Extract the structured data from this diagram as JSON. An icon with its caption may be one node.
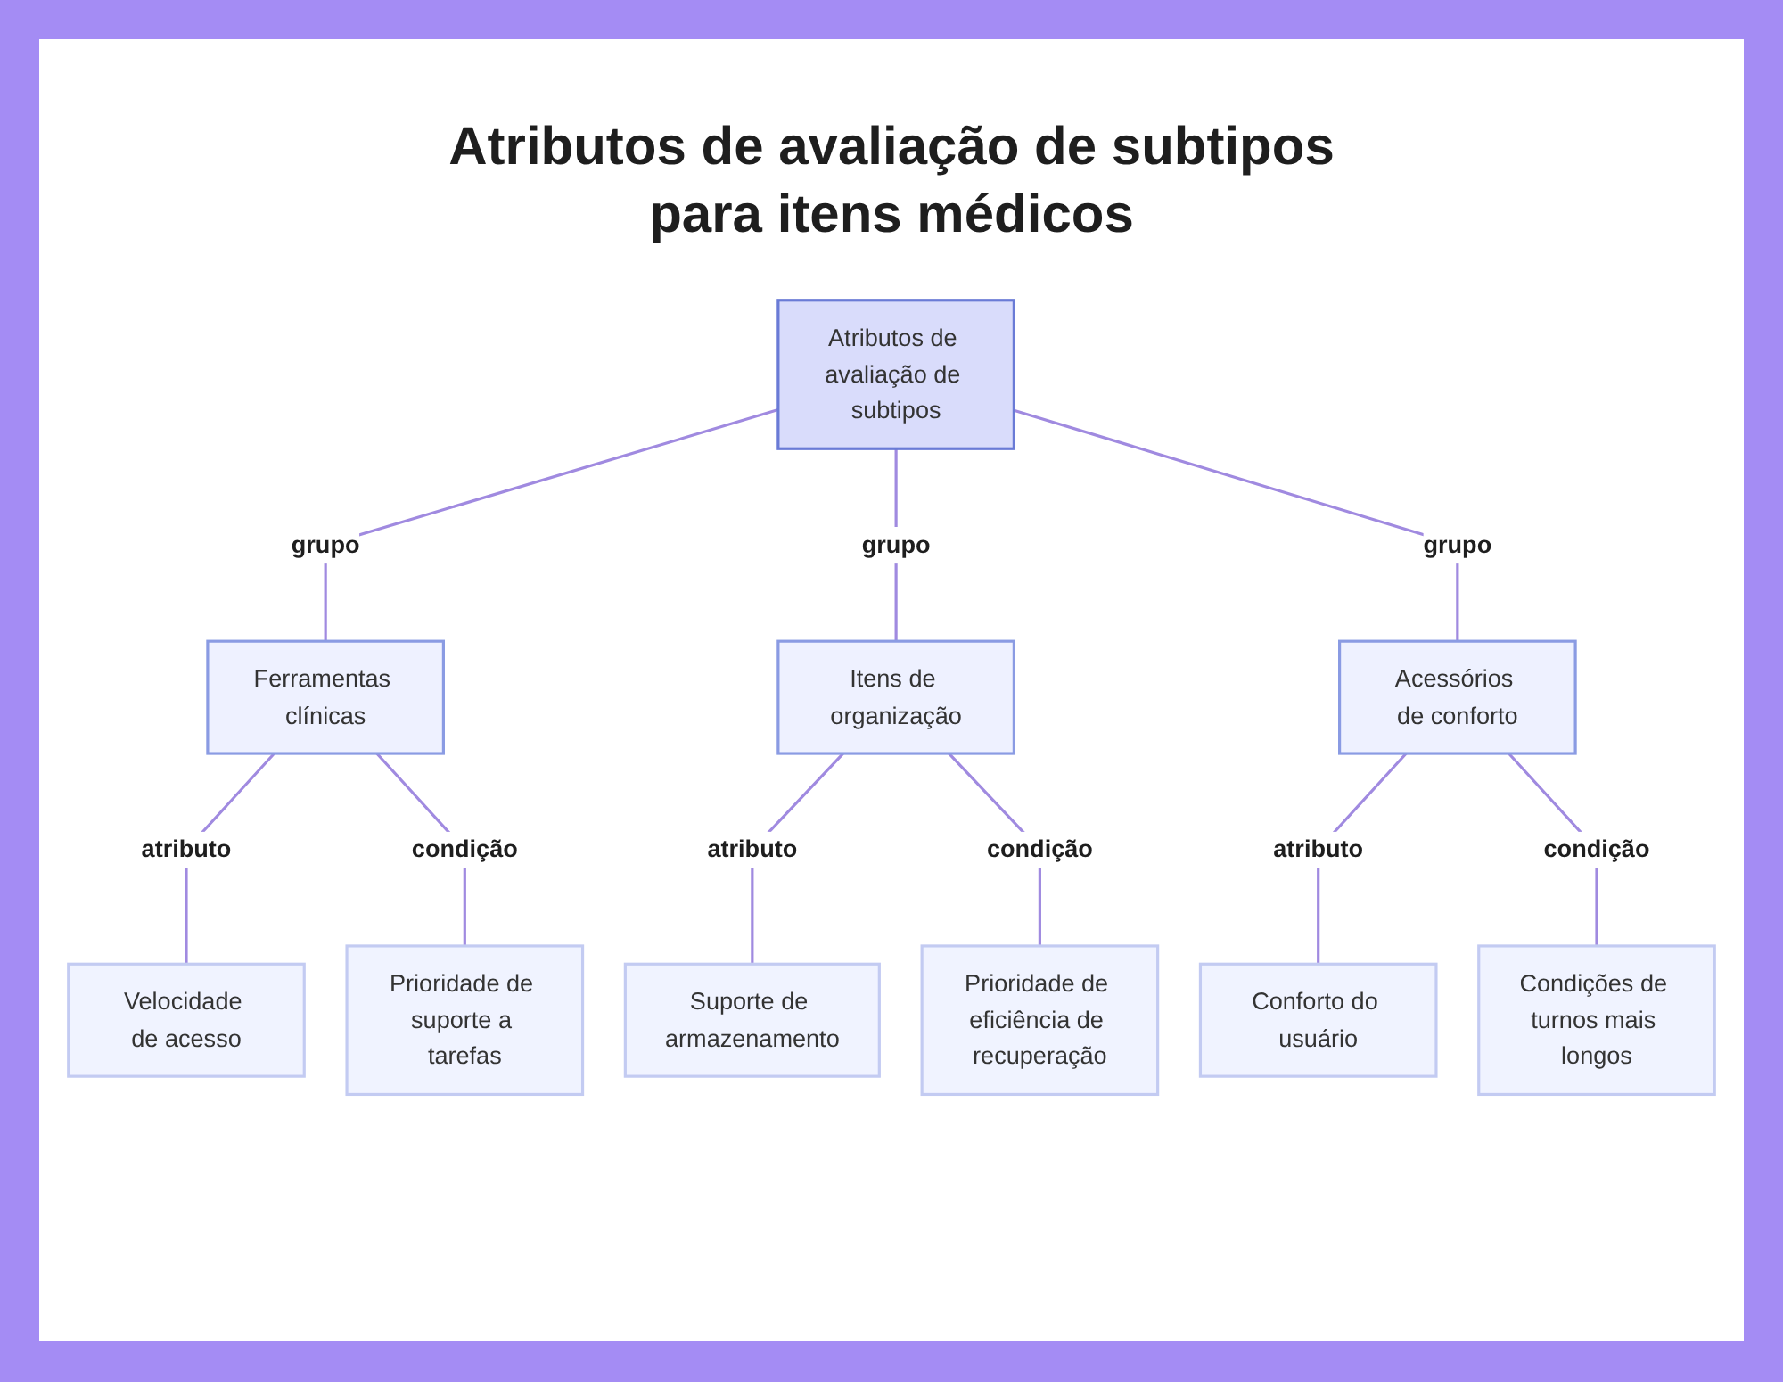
{
  "diagram": {
    "title": "Atributos de avaliação de subtipos para itens médicos",
    "nodes": [
      {
        "text": [
          "Atributos de avaliação de subtipos"
        ]
      },
      {
        "text": [
          "Ferramentas clínicas"
        ]
      },
      {
        "text": [
          "Itens de organização"
        ]
      },
      {
        "text": [
          "Acessórios de conforto"
        ]
      },
      {
        "text": [
          "Velocidade de acesso"
        ]
      },
      {
        "text": [
          "Prioridade de suporte a tarefas"
        ]
      },
      {
        "text": [
          "Suporte de armazenamento"
        ]
      },
      {
        "text": [
          "Prioridade de eficiência de recuperação"
        ]
      },
      {
        "text": [
          "Conforto do usuário"
        ]
      },
      {
        "text": [
          "Condições de turnos mais longos"
        ]
      }
    ],
    "edges": [
      {
        "from": 0,
        "to": 1,
        "arrow": "none",
        "label": "grupo"
      },
      {
        "from": 0,
        "to": 2,
        "arrow": "none",
        "label": "grupo"
      },
      {
        "from": 0,
        "to": 3,
        "arrow": "none",
        "label": "grupo"
      },
      {
        "from": 1,
        "to": 4,
        "arrow": "none",
        "label": "atributo"
      },
      {
        "from": 1,
        "to": 5,
        "arrow": "none",
        "label": "condição"
      },
      {
        "from": 2,
        "to": 6,
        "arrow": "none",
        "label": "atributo"
      },
      {
        "from": 2,
        "to": 7,
        "arrow": "none",
        "label": "condição"
      },
      {
        "from": 3,
        "to": 8,
        "arrow": "none",
        "label": "atributo"
      },
      {
        "from": 3,
        "to": 9,
        "arrow": "none",
        "label": "condição"
      }
    ]
  }
}
